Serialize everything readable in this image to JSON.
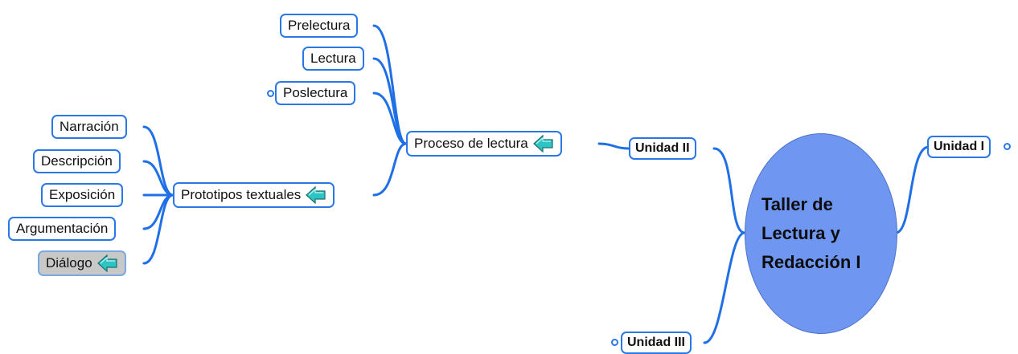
{
  "central": {
    "label": "Taller de\nLectura y\nRedacción I"
  },
  "nodes": {
    "unidad_i": "Unidad I",
    "unidad_ii": "Unidad II",
    "unidad_iii": "Unidad III",
    "proceso_de_lectura": "Proceso de lectura",
    "prelectura": "Prelectura",
    "lectura": "Lectura",
    "poslectura": "Poslectura",
    "prototipos_textuales": "Prototipos textuales",
    "narracion": "Narración",
    "descripcion": "Descripción",
    "exposicion": "Exposición",
    "argumentacion": "Argumentación",
    "dialogo": "Diálogo"
  },
  "icons": {
    "link_arrow": "left-arrow-icon",
    "collapse": "collapse-toggle-icon"
  },
  "colors": {
    "connector": "#1f6fe6",
    "node_border": "#2a78e6",
    "central_fill": "#6f97f2",
    "selected_fill": "#c8c8c8",
    "arrow_fill": "#2ec4c4"
  }
}
